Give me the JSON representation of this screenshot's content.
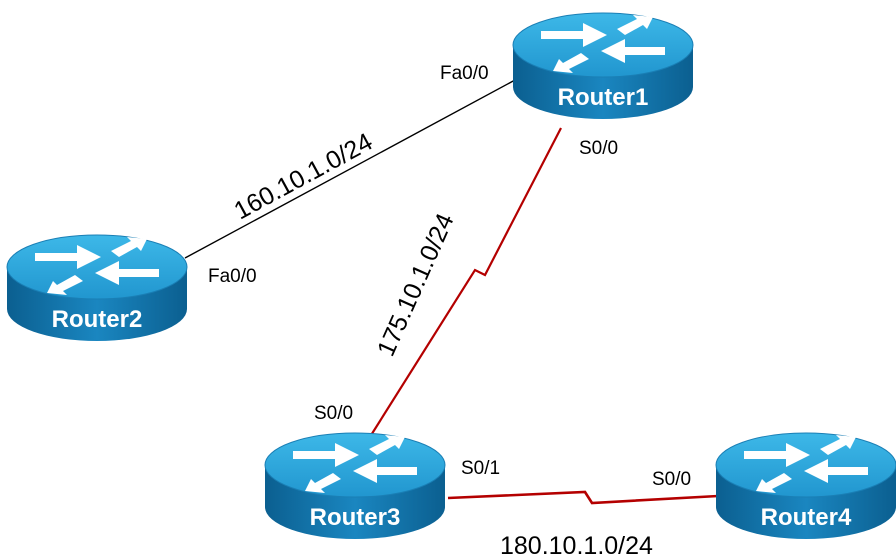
{
  "routers": [
    {
      "id": "r1",
      "name": "Router1"
    },
    {
      "id": "r2",
      "name": "Router2"
    },
    {
      "id": "r3",
      "name": "Router3"
    },
    {
      "id": "r4",
      "name": "Router4"
    }
  ],
  "links": [
    {
      "id": "r1-r2",
      "type": "ethernet",
      "network": "160.10.1.0/24",
      "endpoints": [
        {
          "router": "Router1",
          "interface": "Fa0/0"
        },
        {
          "router": "Router2",
          "interface": "Fa0/0"
        }
      ]
    },
    {
      "id": "r1-r3",
      "type": "serial",
      "network": "175.10.1.0/24",
      "endpoints": [
        {
          "router": "Router1",
          "interface": "S0/0"
        },
        {
          "router": "Router3",
          "interface": "S0/0"
        }
      ]
    },
    {
      "id": "r3-r4",
      "type": "serial",
      "network": "180.10.1.0/24",
      "endpoints": [
        {
          "router": "Router3",
          "interface": "S0/1"
        },
        {
          "router": "Router4",
          "interface": "S0/0"
        }
      ]
    }
  ],
  "colors": {
    "router_top": "#29a8dc",
    "router_side": "#0f6fa6",
    "router_arrows": "#ffffff",
    "ethernet_link": "#000000",
    "serial_link": "#b40000"
  }
}
